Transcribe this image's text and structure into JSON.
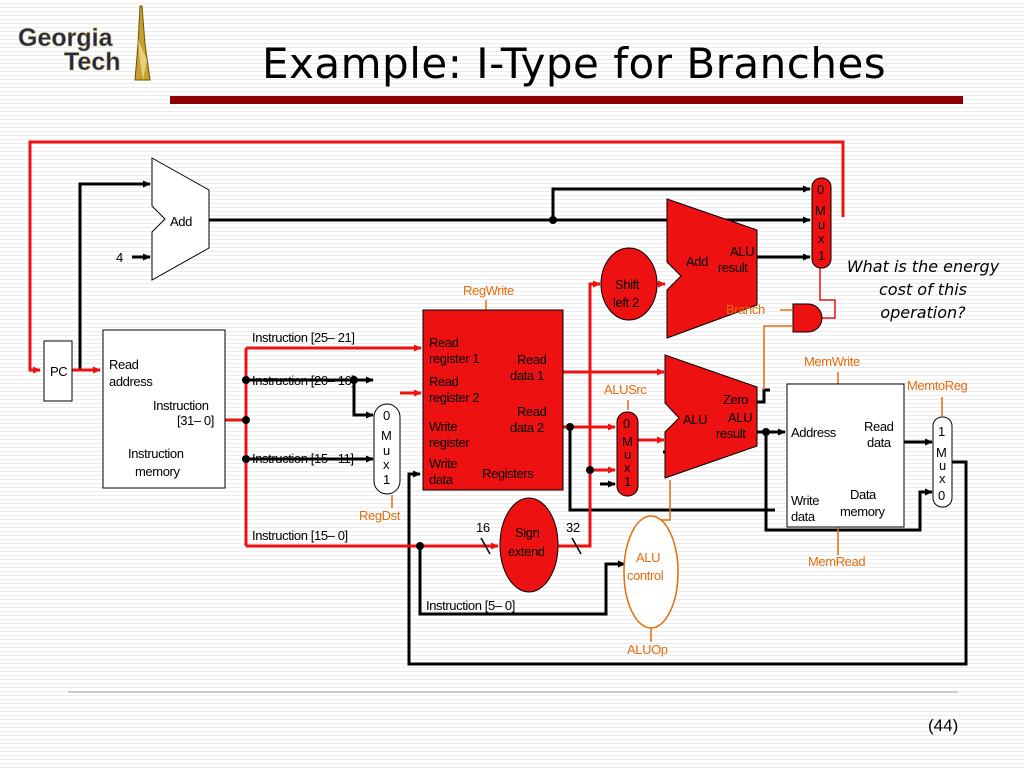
{
  "header": {
    "logo_line1": "Georgia",
    "logo_line2": "Tech",
    "title": "Example: I-Type for Branches"
  },
  "note": "What is the energy cost of this operation?",
  "page_number": "(44)",
  "colors": {
    "datapath_active": "#ee1111",
    "control": "#e46c0a",
    "title_bar": "#8b0000",
    "wire": "#000000"
  },
  "diagram": {
    "pc": "PC",
    "add_top": "Add",
    "const_four": "4",
    "imem": {
      "read_address_1": "Read",
      "read_address_2": "address",
      "instr_1": "Instruction",
      "instr_2": "[31– 0]",
      "name_1": "Instruction",
      "name_2": "memory"
    },
    "fields": {
      "f25_21": "Instruction [25– 21]",
      "f20_16": "Instruction [20– 16]",
      "f15_11": "Instruction [15– 11]",
      "f15_0": "Instruction [15– 0]",
      "f5_0": "Instruction [5– 0]"
    },
    "regs": {
      "rr1_1": "Read",
      "rr1_2": "register 1",
      "rr2_1": "Read",
      "rr2_2": "register 2",
      "wr_1": "Write",
      "wr_2": "register",
      "wd_1": "Write",
      "wd_2": "data",
      "rd1_1": "Read",
      "rd1_2": "data 1",
      "rd2_1": "Read",
      "rd2_2": "data 2",
      "name": "Registers"
    },
    "mux_regdst": [
      "0",
      "M",
      "u",
      "x",
      "1"
    ],
    "mux_alusrc": [
      "0",
      "M",
      "u",
      "x",
      "1"
    ],
    "mux_pcsrc": [
      "0",
      "M",
      "u",
      "x",
      "1"
    ],
    "mux_memtoreg": [
      "1",
      "M",
      "u",
      "x",
      "0"
    ],
    "sign_extend_1": "Sign",
    "sign_extend_2": "extend",
    "width_in": "16",
    "width_out": "32",
    "shift_left_1": "Shift",
    "shift_left_2": "left 2",
    "add_branch": "Add",
    "add_branch_result_1": "ALU",
    "add_branch_result_2": "result",
    "alu": "ALU",
    "alu_zero": "Zero",
    "alu_result_1": "ALU",
    "alu_result_2": "result",
    "alu_control_1": "ALU",
    "alu_control_2": "control",
    "dmem": {
      "address": "Address",
      "read_data_1": "Read",
      "read_data_2": "data",
      "write_data_1": "Write",
      "write_data_2": "data",
      "name_1": "Data",
      "name_2": "memory"
    },
    "signals": {
      "regwrite": "RegWrite",
      "regdst": "RegDst",
      "alusrc": "ALUSrc",
      "aluop": "ALUOp",
      "branch": "Branch",
      "memwrite": "MemWrite",
      "memread": "MemRead",
      "memtoreg": "MemtoReg"
    }
  }
}
